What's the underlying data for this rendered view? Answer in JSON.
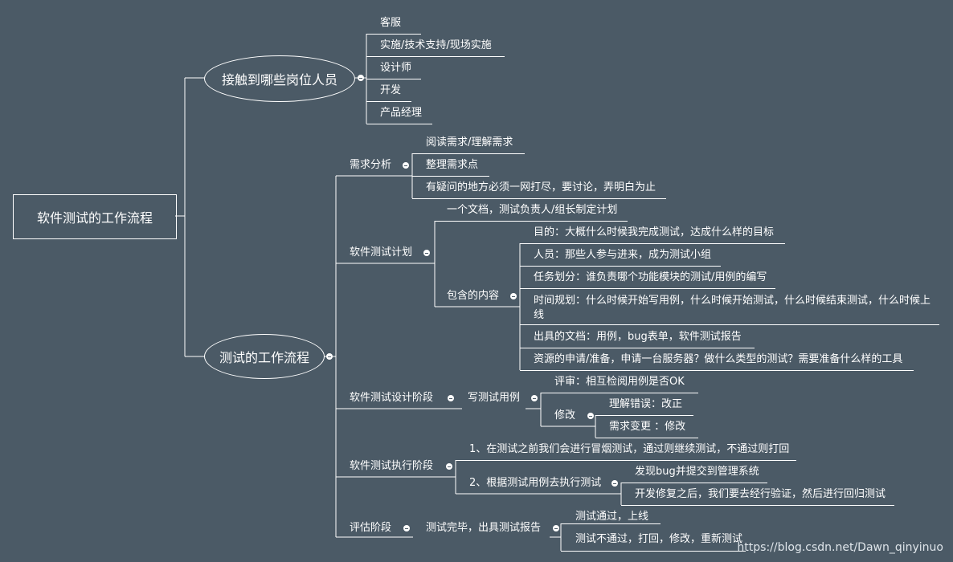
{
  "root": "软件测试的工作流程",
  "branch1": {
    "title": "接触到哪些岗位人员",
    "items": [
      "客服",
      "实施/技术支持/现场实施",
      "设计师",
      "开发",
      "产品经理"
    ]
  },
  "branch2": {
    "title": "测试的工作流程",
    "demand": {
      "title": "需求分析",
      "items": [
        "阅读需求/理解需求",
        "整理需求点",
        "有疑问的地方必须一网打尽，要讨论，弄明白为止"
      ]
    },
    "plan": {
      "title": "软件测试计划",
      "doc": "一个文档，测试负责人/组长制定计划",
      "contents": {
        "title": "包含的内容",
        "items": [
          "目的：大概什么时候我完成测试，达成什么样的目标",
          "人员：那些人参与进来，成为测试小组",
          "任务划分：谁负责哪个功能模块的测试/用例的编写",
          "时间规划：什么时候开始写用例，什么时候开始测试，什么时候结束测试，什么时候上线",
          "出具的文档：用例，bug表单，软件测试报告",
          "资源的申请/准备，申请一台服务器？做什么类型的测试？需要准备什么样的工具"
        ]
      }
    },
    "design": {
      "title": "软件测试设计阶段",
      "case": "写测试用例",
      "review": "评审：相互检阅用例是否OK",
      "modify": {
        "title": "修改",
        "items": [
          "理解错误：改正",
          "需求变更 ：修改"
        ]
      }
    },
    "execute": {
      "title": "软件测试执行阶段",
      "step1": "1、在测试之前我们会进行冒烟测试，通过则继续测试，不通过则打回",
      "step2": {
        "title": "2、根据测试用例去执行测试",
        "items": [
          "发现bug并提交到管理系统",
          "开发修复之后，我们要去经行验证，然后进行回归测试"
        ]
      }
    },
    "evaluate": {
      "title": "评估阶段",
      "report": {
        "title": "测试完毕，出具测试报告",
        "items": [
          "测试通过，上线",
          "测试不通过，打回，修改，重新测试"
        ]
      }
    }
  },
  "watermark": "https://blog.csdn.net/Dawn_qinyinuo",
  "colors": {
    "background": "#4b5a66",
    "line": "#ffffff",
    "text": "#ffffff"
  }
}
